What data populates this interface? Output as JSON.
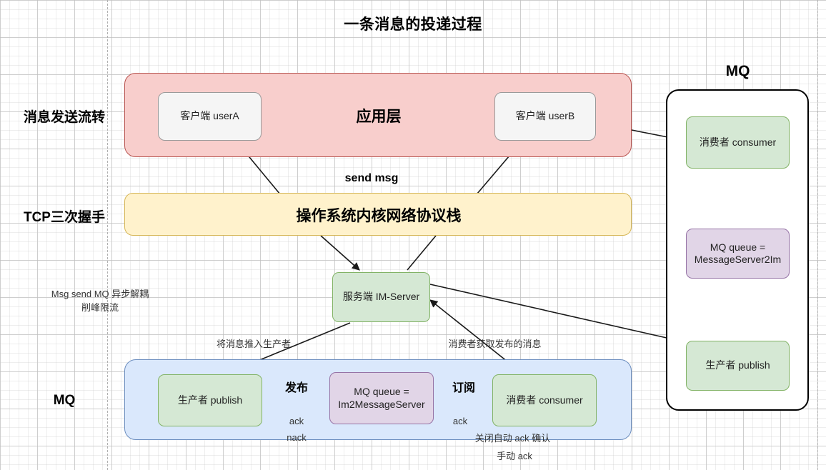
{
  "title": "一条消息的投递过程",
  "side_labels": {
    "message_flow": "消息发送流转",
    "tcp_handshake": "TCP三次握手",
    "mq": "MQ"
  },
  "app_layer": {
    "title": "应用层",
    "client_a": "客户端 userA",
    "client_b": "客户端 userB"
  },
  "kernel_layer": {
    "title": "操作系统内核网络协议栈"
  },
  "server": {
    "label": "服务端 IM-Server"
  },
  "notes": {
    "send_msg": "send msg",
    "async_decouple": "Msg send MQ 异步解耦\n削峰限流",
    "push_to_producer": "将消息推入生产者",
    "consumer_fetch": "消费者获取发布的消息",
    "manual_ack": "手动 ack"
  },
  "mq_bottom": {
    "producer": "生产者 publish",
    "queue": "MQ queue =\nIm2MessageServer",
    "consumer": "消费者 consumer",
    "publish": "发布",
    "subscribe": "订阅",
    "ack_left": "ack",
    "ack_right": "ack",
    "nack": "nack",
    "disable_auto_ack": "关闭自动 ack 确认"
  },
  "mq_right": {
    "panel_title": "MQ",
    "consumer": "消费者 consumer",
    "queue": "MQ queue =\nMessageServer2Im",
    "producer": "生产者 publish"
  },
  "colors": {
    "app_layer_fill": "#f8cecc",
    "app_layer_stroke": "#b85450",
    "kernel_fill": "#fff2cc",
    "kernel_stroke": "#d6b656",
    "mq_fill": "#dae8fc",
    "mq_stroke": "#6c8ebf",
    "green_fill": "#d5e8d4",
    "green_stroke": "#82b366",
    "purple_fill": "#e1d5e7",
    "purple_stroke": "#9673a6",
    "client_fill": "#f5f5f5",
    "client_stroke": "#9a9a9a",
    "edge": "#1a1a1a"
  }
}
